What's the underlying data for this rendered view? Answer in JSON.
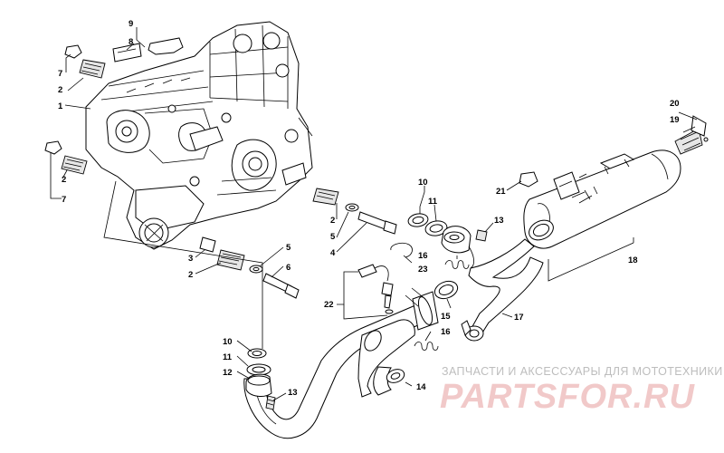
{
  "callouts": [
    {
      "id": "c9a",
      "text": "9"
    },
    {
      "id": "c8a",
      "text": "8"
    },
    {
      "id": "c7a",
      "text": "7"
    },
    {
      "id": "c2a",
      "text": "2"
    },
    {
      "id": "c1",
      "text": "1"
    },
    {
      "id": "c2b",
      "text": "2"
    },
    {
      "id": "c7b",
      "text": "7"
    },
    {
      "id": "c2c",
      "text": "2"
    },
    {
      "id": "c5a",
      "text": "5"
    },
    {
      "id": "c4",
      "text": "4"
    },
    {
      "id": "c3",
      "text": "3"
    },
    {
      "id": "c5b",
      "text": "5"
    },
    {
      "id": "c2d",
      "text": "2"
    },
    {
      "id": "c6",
      "text": "6"
    },
    {
      "id": "c10a",
      "text": "10"
    },
    {
      "id": "c11a",
      "text": "11"
    },
    {
      "id": "c13a",
      "text": "13"
    },
    {
      "id": "c16a",
      "text": "16"
    },
    {
      "id": "c23",
      "text": "23"
    },
    {
      "id": "c22",
      "text": "22"
    },
    {
      "id": "c15",
      "text": "15"
    },
    {
      "id": "c17",
      "text": "17"
    },
    {
      "id": "c16b",
      "text": "16"
    },
    {
      "id": "c14",
      "text": "14"
    },
    {
      "id": "c10b",
      "text": "10"
    },
    {
      "id": "c11b",
      "text": "11"
    },
    {
      "id": "c12",
      "text": "12"
    },
    {
      "id": "c13b",
      "text": "13"
    },
    {
      "id": "c20",
      "text": "20"
    },
    {
      "id": "c19",
      "text": "19"
    },
    {
      "id": "c21",
      "text": "21"
    },
    {
      "id": "c18",
      "text": "18"
    }
  ],
  "watermark": {
    "tagline": "ЗАПЧАСТИ И АКСЕССУАРЫ ДЛЯ МОТОТЕХНИКИ",
    "brand": "PARTSFOR.RU"
  }
}
